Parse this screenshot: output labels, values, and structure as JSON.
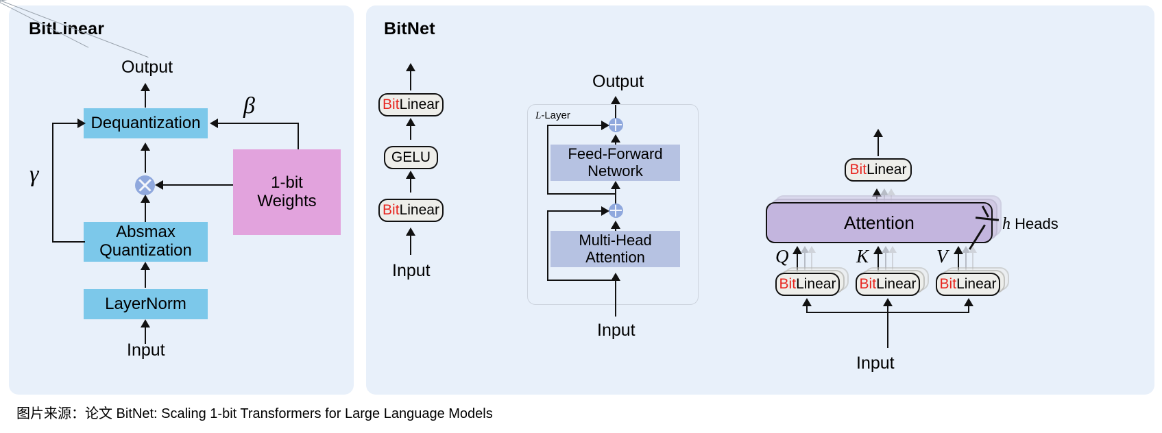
{
  "figure": {
    "caption": "图片来源：论文 BitNet: Scaling 1-bit Transformers for Large Language Models",
    "colors": {
      "panel_bg": "#e8f0fa",
      "blue_box": "#7cc8ea",
      "pink_box": "#e2a3dd",
      "ffn_box": "#b6c2e2",
      "attention_box": "#c3b5de",
      "pill_bg": "#eeeeea",
      "accent_red": "#e8251f",
      "operator_circle": "#8fa8dd"
    }
  },
  "left_panel": {
    "title": "BitLinear",
    "output_label": "Output",
    "input_label": "Input",
    "boxes": {
      "dequantization": "Dequantization",
      "absmax_line1": "Absmax",
      "absmax_line2": "Quantization",
      "layernorm": "LayerNorm",
      "weights_line1": "1-bit",
      "weights_line2": "Weights"
    },
    "symbols": {
      "beta": "β",
      "gamma": "γ",
      "multiply": "multiply-operator"
    }
  },
  "right_panel": {
    "title": "BitNet",
    "ffn_detail": {
      "top_pill": {
        "red": "Bit",
        "black": "Linear"
      },
      "activation": "GELU",
      "bottom_pill": {
        "red": "Bit",
        "black": "Linear"
      },
      "input_label": "Input"
    },
    "transformer": {
      "output_label": "Output",
      "input_label": "Input",
      "frame_label_italic": "L",
      "frame_label_rest": "-Layer",
      "ffn_line1": "Feed-Forward",
      "ffn_line2": "Network",
      "mha_line1": "Multi-Head",
      "mha_line2": "Attention",
      "residual_operator": "add-operator"
    },
    "attention_detail": {
      "out_pill": {
        "red": "Bit",
        "black": "Linear"
      },
      "attention_label": "Attention",
      "heads_italic": "h",
      "heads_rest": " Heads",
      "q_label": "Q",
      "k_label": "K",
      "v_label": "V",
      "q_pill": {
        "red": "Bit",
        "black": "Linear"
      },
      "k_pill": {
        "red": "Bit",
        "black": "Linear"
      },
      "v_pill": {
        "red": "Bit",
        "black": "Linear"
      },
      "input_label": "Input"
    }
  }
}
